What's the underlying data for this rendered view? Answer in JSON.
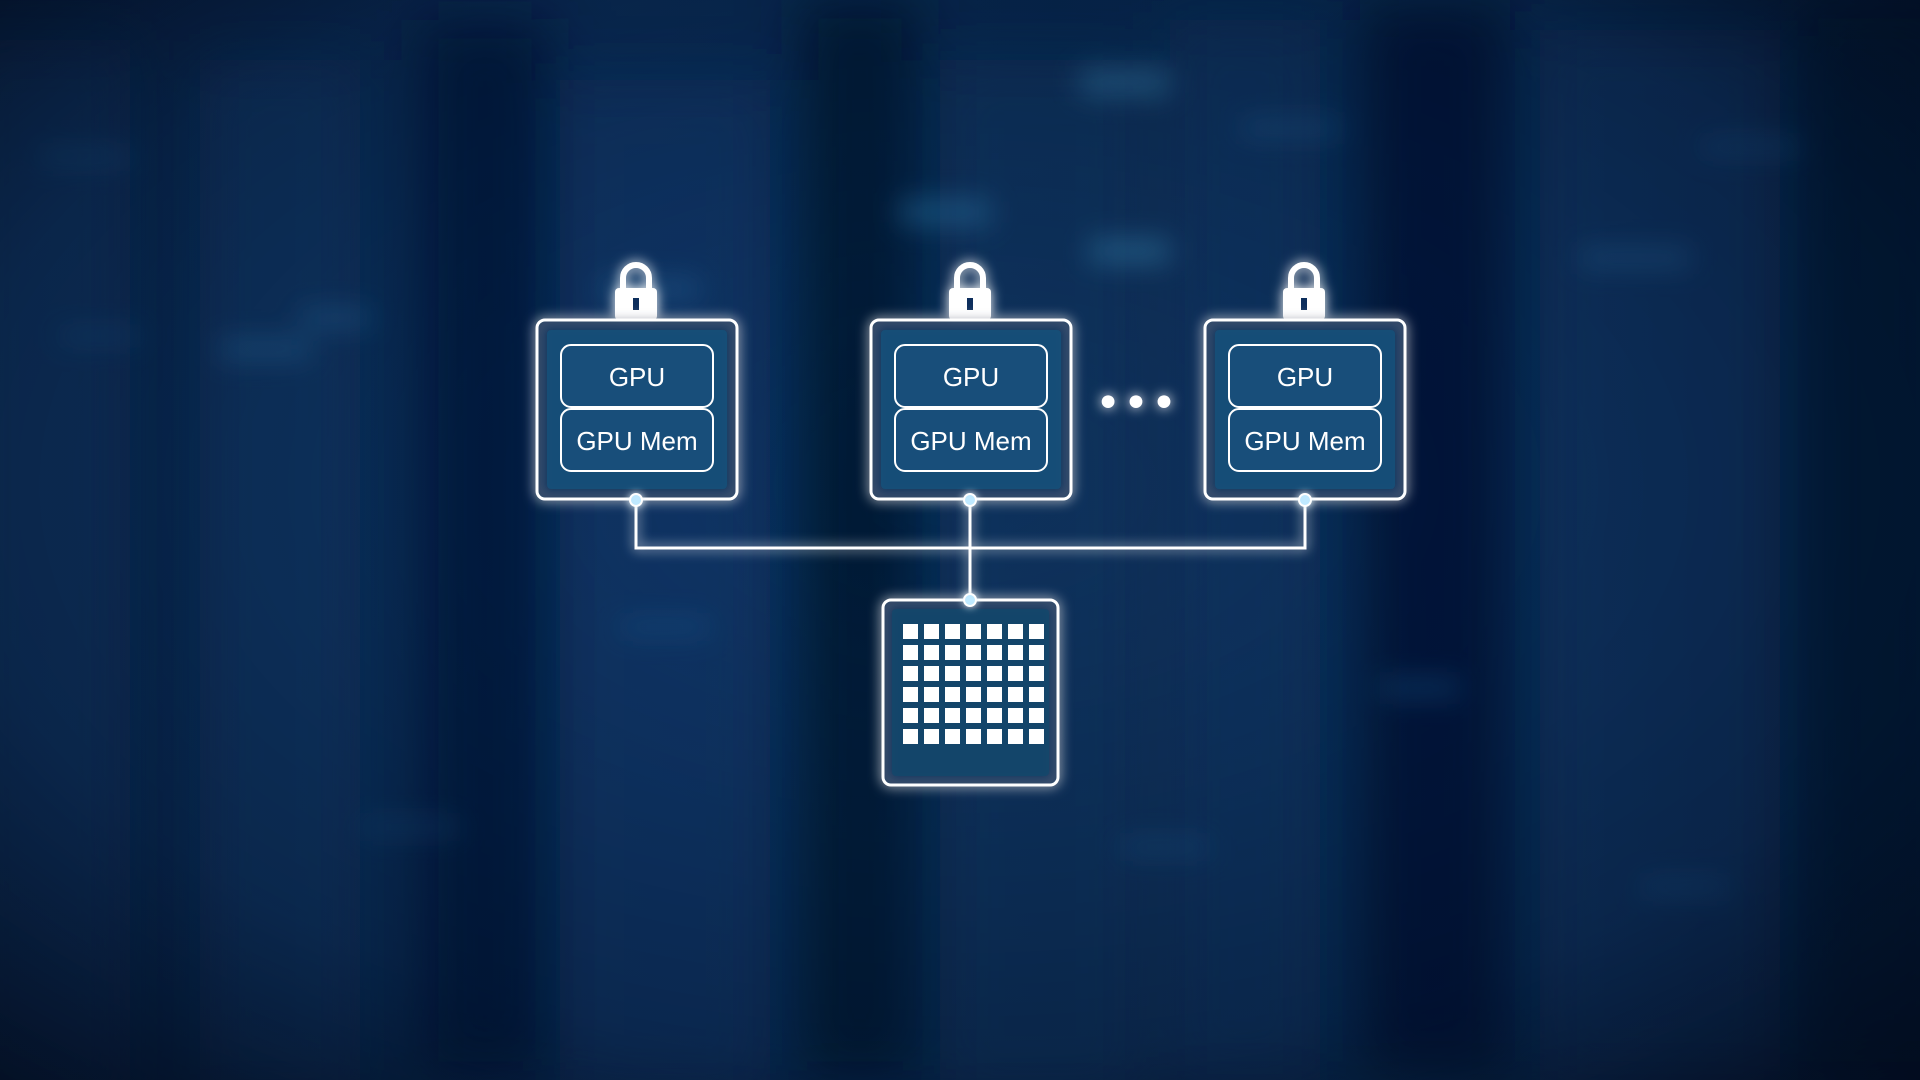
{
  "diagram": {
    "nodes": [
      {
        "top_label": "GPU",
        "bottom_label": "GPU Mem",
        "locked": true
      },
      {
        "top_label": "GPU",
        "bottom_label": "GPU Mem",
        "locked": true
      },
      {
        "top_label": "GPU",
        "bottom_label": "GPU Mem",
        "locked": true
      }
    ],
    "ellipsis": "•••",
    "shared_resource": {
      "grid_rows": 6,
      "grid_cols": 7
    },
    "colors": {
      "background": "#04142d",
      "card_fill": "#14476b",
      "line": "#ffffff",
      "glow": "#4fc3ff"
    }
  }
}
